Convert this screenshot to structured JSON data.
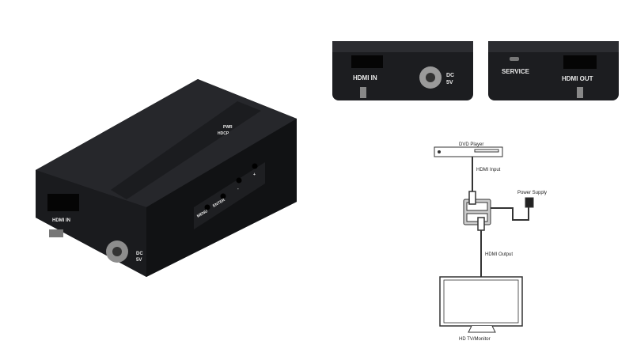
{
  "product_photo": {
    "led_labels": [
      "PWR",
      "HDCP"
    ],
    "button_labels": [
      "MENU",
      "ENTER",
      "-",
      "+"
    ],
    "port_labels": {
      "hdmi_in": "HDMI IN",
      "dc": "DC",
      "voltage": "5V"
    }
  },
  "front_panel": {
    "hdmi_in": "HDMI IN",
    "dc": "DC",
    "voltage": "5V"
  },
  "rear_panel": {
    "service": "SERVICE",
    "hdmi_out": "HDMI OUT"
  },
  "diagram": {
    "source": "DVD Player",
    "input_cable": "HDMI Input",
    "power": "Power Supply",
    "output_cable": "HDMI Output",
    "display": "HD TV/Monitor"
  },
  "colors": {
    "device_body": "#1c1d20",
    "device_top": "#26272b",
    "diagram_line": "#333333"
  }
}
